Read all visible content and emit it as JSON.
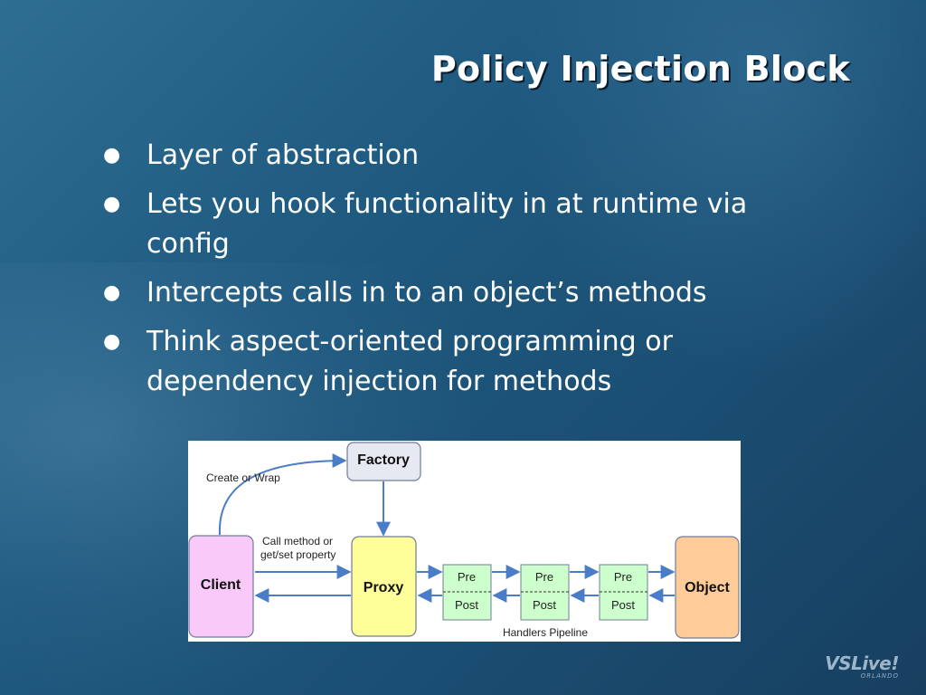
{
  "slide": {
    "title": "Policy Injection Block",
    "bullets": [
      "Layer of abstraction",
      "Lets you hook functionality in at runtime via config",
      "Intercepts calls in to an object’s methods",
      "Think aspect-oriented programming or dependency injection for methods"
    ]
  },
  "diagram": {
    "factory": "Factory",
    "client": "Client",
    "proxy": "Proxy",
    "object": "Object",
    "create_or_wrap": "Create or Wrap",
    "call_method_line1": "Call method or",
    "call_method_line2": "get/set property",
    "handlers": [
      {
        "pre": "Pre",
        "post": "Post"
      },
      {
        "pre": "Pre",
        "post": "Post"
      },
      {
        "pre": "Pre",
        "post": "Post"
      }
    ],
    "pipeline_label": "Handlers Pipeline",
    "colors": {
      "client": "#f9c9f9",
      "proxy": "#ffff99",
      "object": "#ffcc99",
      "factory": "#e6e9f2",
      "handler": "#ccffcc",
      "arrow": "#4a7cc7"
    }
  },
  "logo": {
    "main": "VSLive!",
    "sub": "ORLANDO"
  }
}
